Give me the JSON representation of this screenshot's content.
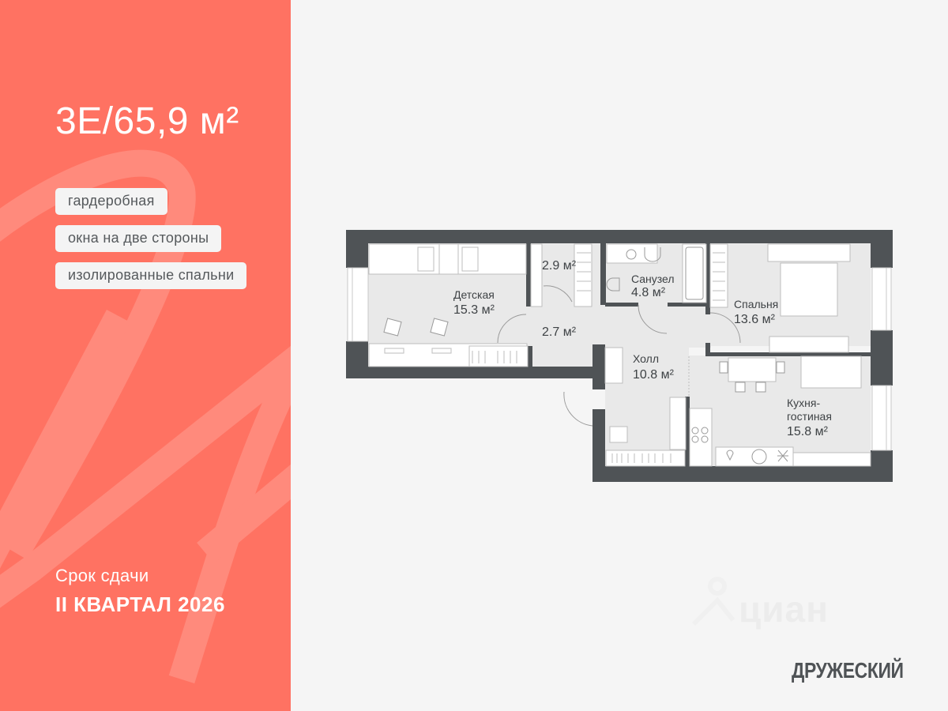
{
  "listing": {
    "title": "3Е/65,9 м²",
    "features": [
      "гардеробная",
      "окна на две стороны",
      "изолированные спальни"
    ],
    "deadline_label": "Срок сдачи",
    "deadline_value": "II КВАРТАЛ 2026",
    "brand": "ДРУЖЕСКИЙ",
    "watermark": "циан"
  },
  "colors": {
    "accent": "#ff7262",
    "accent_stroke": "#ff8a7c",
    "wall": "#4f5356",
    "floor": "#e9e9e9",
    "background": "#f5f5f5",
    "tag_bg": "#f4f4f4"
  },
  "rooms": [
    {
      "name": "Детская",
      "area": "15.3 м²"
    },
    {
      "name": "",
      "area": "2.9 м²"
    },
    {
      "name": "",
      "area": "2.7 м²"
    },
    {
      "name": "Санузел",
      "area": "4.8 м²"
    },
    {
      "name": "Спальня",
      "area": "13.6 м²"
    },
    {
      "name": "Холл",
      "area": "10.8 м²"
    },
    {
      "name": "Кухня-\nгостиная",
      "name_line1": "Кухня-",
      "name_line2": "гостиная",
      "area": "15.8 м²"
    }
  ]
}
